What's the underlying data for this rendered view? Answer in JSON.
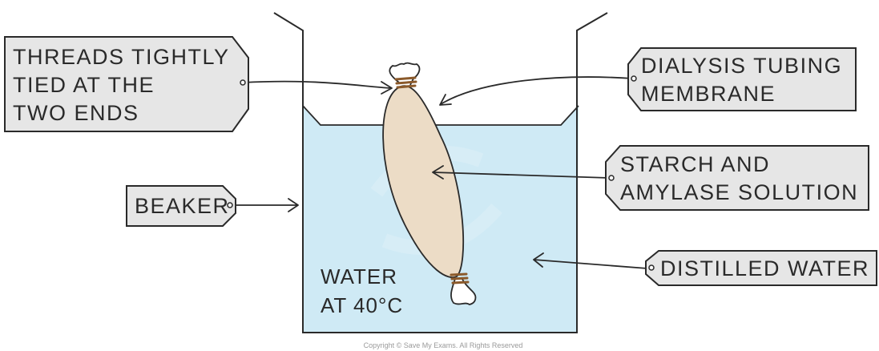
{
  "labels": {
    "threads": [
      "THREADS TIGHTLY",
      "TIED AT THE",
      "TWO ENDS"
    ],
    "dialysis": [
      "DIALYSIS TUBING",
      "MEMBRANE"
    ],
    "starch": [
      "STARCH AND",
      "AMYLASE SOLUTION"
    ],
    "beaker": [
      "BEAKER"
    ],
    "distilled": [
      "DISTILLED WATER"
    ]
  },
  "water_label": [
    "WATER",
    "AT 40°C"
  ],
  "copyright": "Copyright © Save My Exams. All Rights Reserved",
  "colors": {
    "water": "#cfeaf5",
    "tubing": "#ecdcc6",
    "thread": "#8b5a2b",
    "tag": "#e6e6e6",
    "outline": "#2a2a2a"
  }
}
